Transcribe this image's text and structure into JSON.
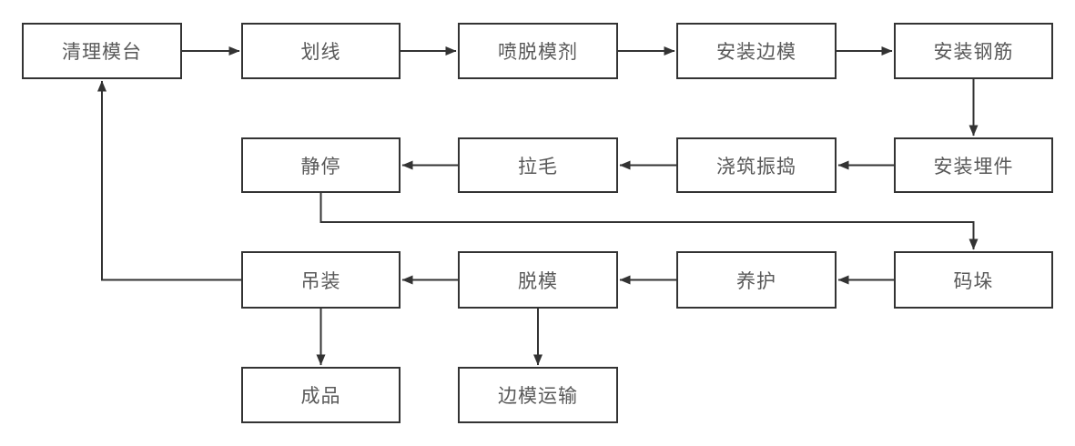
{
  "diagram": {
    "type": "flowchart",
    "background_color": "#ffffff",
    "colors": {
      "box_border": "#333333",
      "box_fill": "#ffffff",
      "text": "#595959",
      "arrow": "#333333"
    },
    "nodes": [
      {
        "id": "clean-mold-table",
        "label": "清理模台"
      },
      {
        "id": "line-marking",
        "label": "划线"
      },
      {
        "id": "spray-release-agent",
        "label": "喷脱模剂"
      },
      {
        "id": "install-side-forms",
        "label": "安装边模"
      },
      {
        "id": "install-rebar",
        "label": "安装钢筋"
      },
      {
        "id": "install-embedded-parts",
        "label": "安装埋件"
      },
      {
        "id": "pour-and-vibrate",
        "label": "浇筑振捣"
      },
      {
        "id": "roughening",
        "label": "拉毛"
      },
      {
        "id": "resting",
        "label": "静停"
      },
      {
        "id": "stacking",
        "label": "码垛"
      },
      {
        "id": "curing",
        "label": "养护"
      },
      {
        "id": "demolding",
        "label": "脱模"
      },
      {
        "id": "hoisting",
        "label": "吊装"
      },
      {
        "id": "finished-product",
        "label": "成品"
      },
      {
        "id": "side-form-transport",
        "label": "边模运输"
      }
    ],
    "edges": [
      {
        "from": "clean-mold-table",
        "to": "line-marking"
      },
      {
        "from": "line-marking",
        "to": "spray-release-agent"
      },
      {
        "from": "spray-release-agent",
        "to": "install-side-forms"
      },
      {
        "from": "install-side-forms",
        "to": "install-rebar"
      },
      {
        "from": "install-rebar",
        "to": "install-embedded-parts"
      },
      {
        "from": "install-embedded-parts",
        "to": "pour-and-vibrate"
      },
      {
        "from": "pour-and-vibrate",
        "to": "roughening"
      },
      {
        "from": "roughening",
        "to": "resting"
      },
      {
        "from": "resting",
        "to": "stacking"
      },
      {
        "from": "stacking",
        "to": "curing"
      },
      {
        "from": "curing",
        "to": "demolding"
      },
      {
        "from": "demolding",
        "to": "hoisting"
      },
      {
        "from": "hoisting",
        "to": "clean-mold-table"
      },
      {
        "from": "hoisting",
        "to": "finished-product"
      },
      {
        "from": "demolding",
        "to": "side-form-transport"
      }
    ]
  }
}
